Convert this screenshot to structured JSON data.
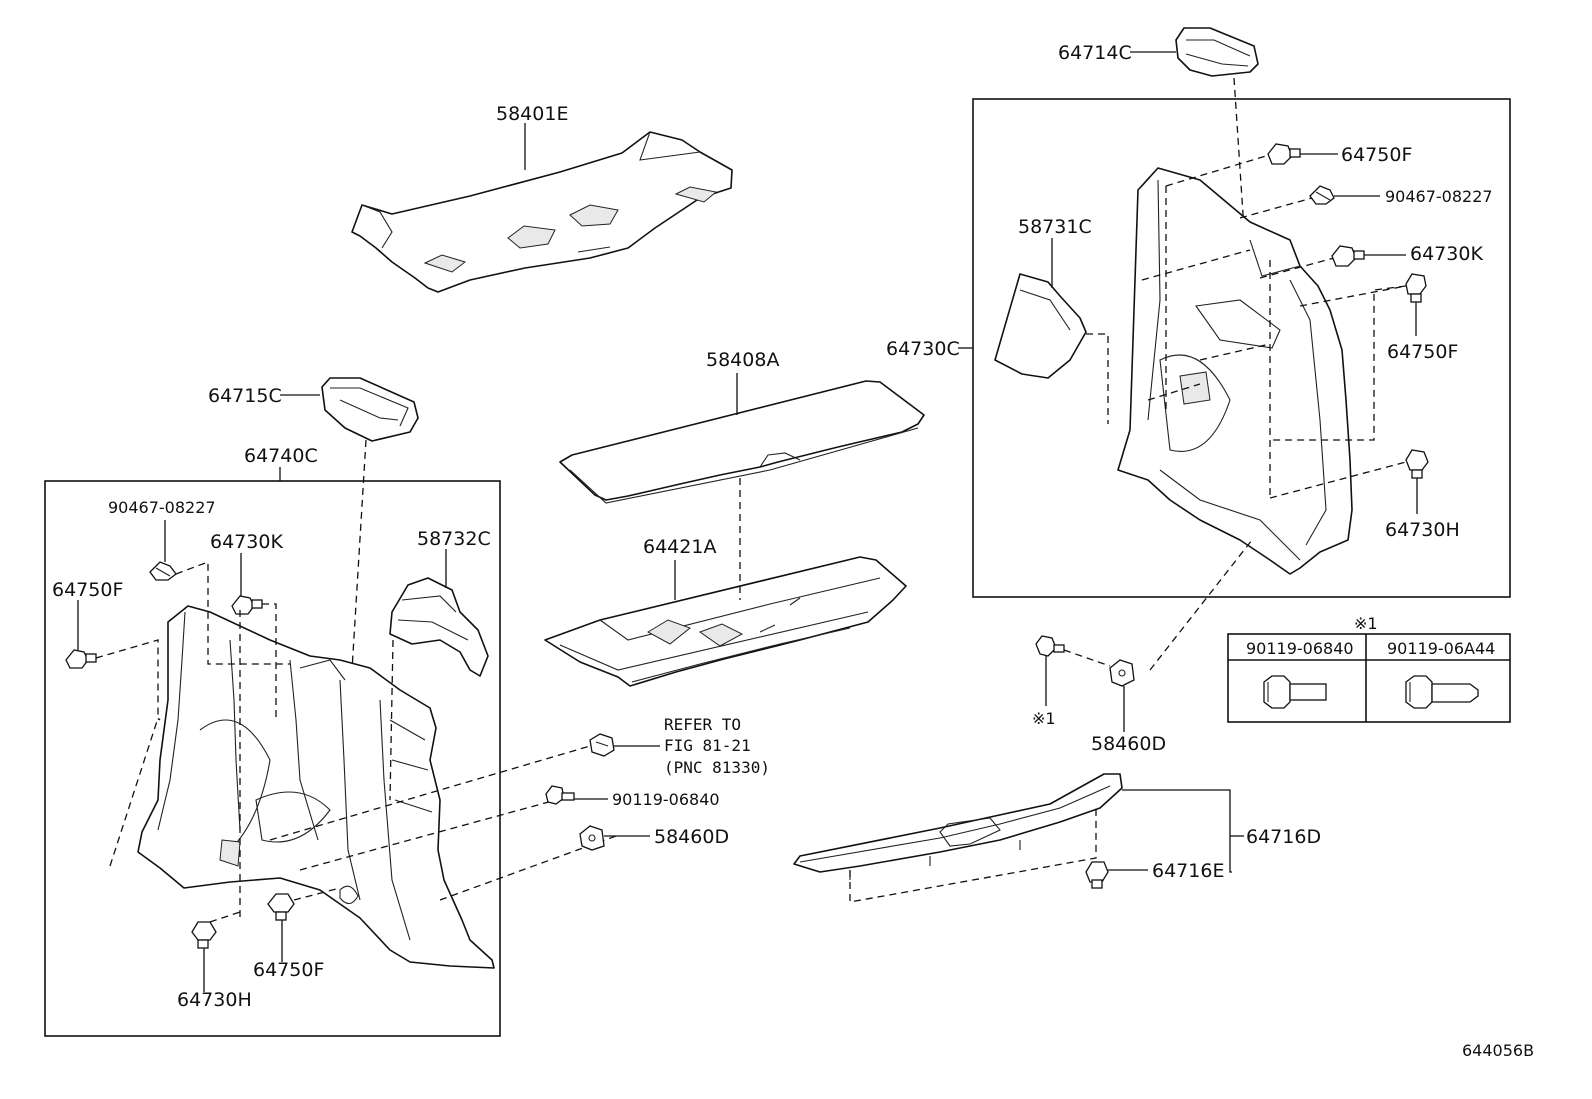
{
  "diagram_id": "644056B",
  "labels": {
    "p58401E": "58401E",
    "p58408A": "58408A",
    "p64421A": "64421A",
    "p64715C": "64715C",
    "p64740C": "64740C",
    "p64714C": "64714C",
    "p64730C": "64730C",
    "p58731C": "58731C",
    "p64750F_right_top": "64750F",
    "p90467_right": "90467-08227",
    "p64730K_right": "64730K",
    "p64750F_right_mid": "64750F",
    "p64730H_right": "64730H",
    "p90467_left": "90467-08227",
    "p64730K_left": "64730K",
    "p58732C": "58732C",
    "p64750F_left": "64750F",
    "p64750F_left_bottom": "64750F",
    "p64730H_left": "64730H",
    "p90119_06840": "90119-06840",
    "p58460D_center": "58460D",
    "p58460D_right": "58460D",
    "p64716D": "64716D",
    "p64716E": "64716E",
    "note_mark_1": "※1",
    "note_mark_2": "※1"
  },
  "refer": {
    "line1": "REFER TO",
    "line2": "FIG 81-21",
    "line3": "(PNC 81330)"
  },
  "note_table": {
    "title": "※1",
    "col1": "90119-06840",
    "col2": "90119-06A44"
  }
}
